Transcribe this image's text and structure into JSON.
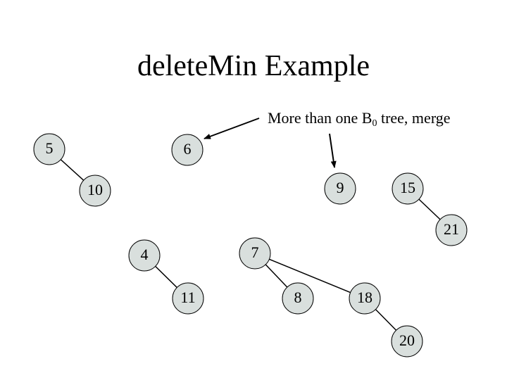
{
  "title": "deleteMin Example",
  "annotation": {
    "prefix": "More than one B",
    "subscript": "0",
    "suffix": " tree, merge"
  },
  "colors": {
    "node_fill": "#d9dfdd",
    "node_stroke": "#000000",
    "edge": "#000000"
  },
  "nodes": [
    {
      "id": "n5",
      "label": "5"
    },
    {
      "id": "n6",
      "label": "6"
    },
    {
      "id": "n9",
      "label": "9"
    },
    {
      "id": "n15",
      "label": "15"
    },
    {
      "id": "n10",
      "label": "10"
    },
    {
      "id": "n21",
      "label": "21"
    },
    {
      "id": "n4",
      "label": "4"
    },
    {
      "id": "n7",
      "label": "7"
    },
    {
      "id": "n11",
      "label": "11"
    },
    {
      "id": "n8",
      "label": "8"
    },
    {
      "id": "n18",
      "label": "18"
    },
    {
      "id": "n20",
      "label": "20"
    }
  ],
  "edges": [
    {
      "from": "n5",
      "to": "n10"
    },
    {
      "from": "n15",
      "to": "n21"
    },
    {
      "from": "n4",
      "to": "n11"
    },
    {
      "from": "n7",
      "to": "n8"
    },
    {
      "from": "n7",
      "to": "n18"
    },
    {
      "from": "n18",
      "to": "n20"
    }
  ]
}
